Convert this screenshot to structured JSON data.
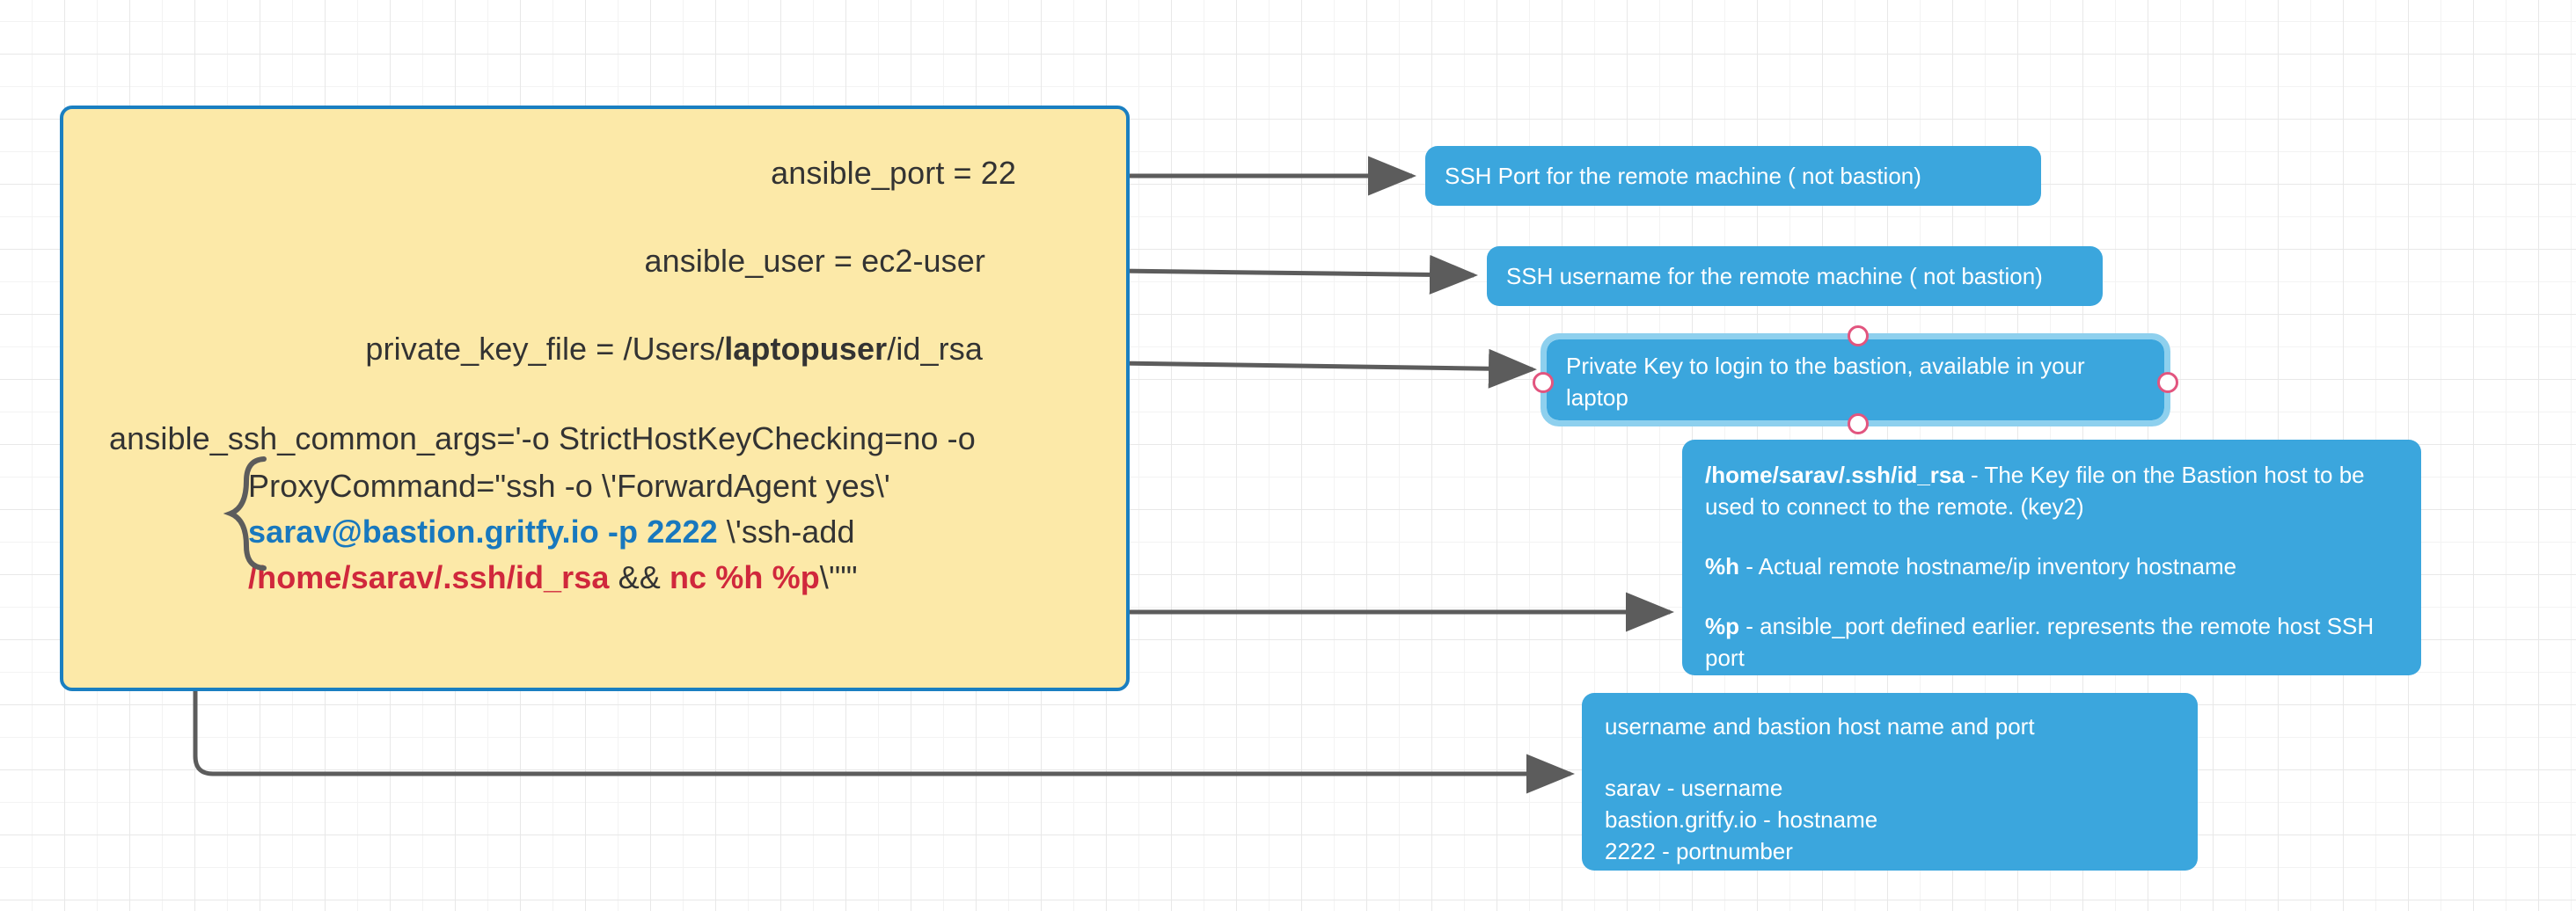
{
  "diagram": {
    "title": "Ansible SSH bastion configuration annotated diagram",
    "colors": {
      "card_fill": "#fce9a8",
      "card_border": "#1a7fc1",
      "callout_fill": "#3ba6dd",
      "callout_bracket": "#e2557f",
      "connector": "#5c5c5c",
      "accent_blue_text": "#1878be",
      "accent_red_text": "#d0283c",
      "selection_halo": "#8ed0ee"
    }
  },
  "config_card": {
    "lines": {
      "ansible_port": "ansible_port = 22",
      "ansible_user": "ansible_user = ec2-user",
      "private_key_file": {
        "prefix": "private_key_file = /Users/",
        "bold": "laptopuser",
        "suffix": "/id_rsa"
      },
      "ansible_ssh_common_args": "ansible_ssh_common_args='-o StrictHostKeyChecking=no -o",
      "proxy_command": {
        "segment_1": "ProxyCommand=\"ssh -o \\'ForwardAgent yes\\'",
        "segment_2_blue": "sarav@bastion.gritfy.io -p 2222",
        "segment_3": " \\'ssh-add",
        "segment_4_red": "/home/sarav/.ssh/id_rsa",
        "segment_5": " && ",
        "segment_6_red": "nc %h %p",
        "segment_7": "\\'\"\""
      }
    }
  },
  "callouts": {
    "port": {
      "text": "SSH Port for the remote machine ( not bastion)"
    },
    "user": {
      "text": "SSH username for the remote machine ( not bastion)"
    },
    "key": {
      "text": "Private Key to login to the bastion, available in your laptop",
      "selected": true
    },
    "detail": {
      "row1_bold": "/home/sarav/.ssh/id_rsa",
      "row1_rest": " -  The Key file on the Bastion host to be used to connect to the remote. (key2)",
      "row2_bold": "%h",
      "row2_rest": " - Actual remote hostname/ip inventory hostname",
      "row3_bold": "%p",
      "row3_rest": " - ansible_port defined earlier. represents the remote host SSH port"
    },
    "userhost": {
      "heading": "username and bastion host name and port",
      "line1": "sarav - username",
      "line2": "bastion.gritfy.io - hostname",
      "line3": "2222 - portnumber"
    }
  }
}
